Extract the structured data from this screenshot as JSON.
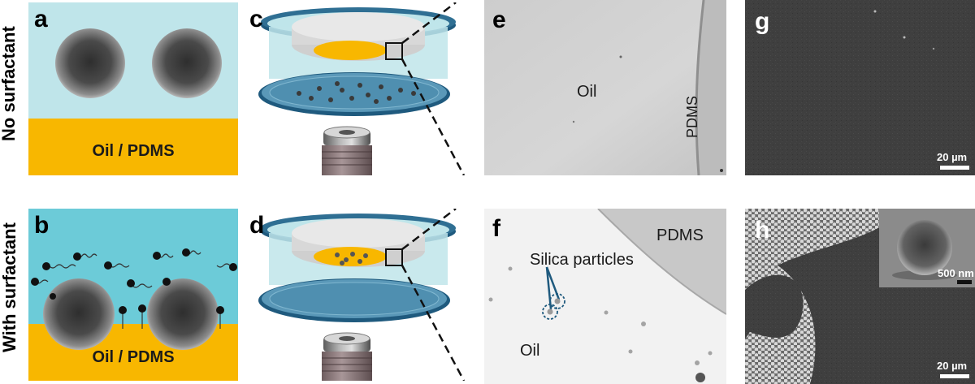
{
  "row_labels": {
    "top": "No surfactant",
    "bottom": "With surfactant"
  },
  "panels": {
    "a": {
      "letter": "a",
      "layer_label": "Oil / PDMS"
    },
    "b": {
      "letter": "b",
      "layer_label": "Oil / PDMS"
    },
    "c": {
      "letter": "c"
    },
    "d": {
      "letter": "d"
    },
    "e": {
      "letter": "e",
      "label_oil": "Oil",
      "label_pdms": "PDMS"
    },
    "f": {
      "letter": "f",
      "label_pdms": "PDMS",
      "label_silica": "Silica particles",
      "label_oil": "Oil"
    },
    "g": {
      "letter": "g",
      "scale": "20 µm"
    },
    "h": {
      "letter": "h",
      "scale": "20 µm",
      "inset_scale": "500 nm"
    }
  },
  "colors": {
    "water_light": "#bfe5ea",
    "water_surfactant": "#6ccbd8",
    "oil": "#f8b700",
    "dish_rim": "#1f5a7e",
    "dish_fill": "#5a98b8",
    "sem_dark": "#3f3f3f"
  },
  "icons": [
    "microscope-objective-icon",
    "surfactant-molecule-icon",
    "zoom-box-icon"
  ]
}
